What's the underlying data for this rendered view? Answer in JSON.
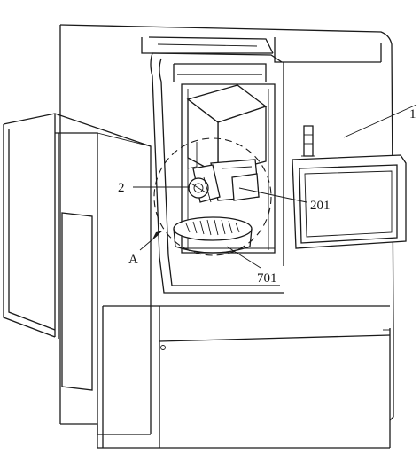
{
  "figure": {
    "labels": {
      "machine": "1",
      "spindle_assembly": "2",
      "spindle_part": "201",
      "rotary_table": "701",
      "detail_view": "A"
    },
    "line_color": "#1a1a1a",
    "background": "#ffffff"
  }
}
